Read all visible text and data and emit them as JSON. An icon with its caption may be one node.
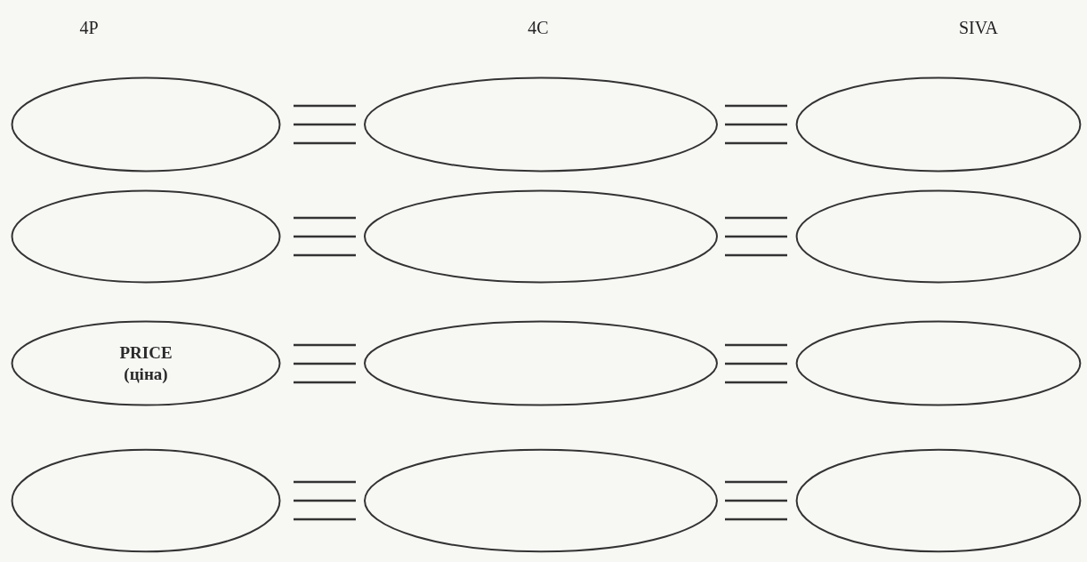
{
  "diagram": {
    "nodes": [
      {
        "text": [],
        "shape": "ellipse"
      },
      {
        "text": [],
        "shape": "ellipse"
      },
      {
        "text": [],
        "shape": "ellipse"
      },
      {
        "text": [],
        "shape": "ellipse"
      },
      {
        "text": [],
        "shape": "ellipse"
      },
      {
        "text": [],
        "shape": "ellipse"
      },
      {
        "text": [
          "PRICE",
          "(ціна)"
        ]
      },
      {
        "text": [],
        "shape": "ellipse"
      },
      {
        "text": [],
        "shape": "ellipse"
      },
      {
        "text": [],
        "shape": "ellipse"
      },
      {
        "text": [],
        "shape": "ellipse"
      },
      {
        "text": [],
        "shape": "ellipse"
      }
    ],
    "labels": [
      "4P",
      "4C",
      "SIVA"
    ]
  }
}
